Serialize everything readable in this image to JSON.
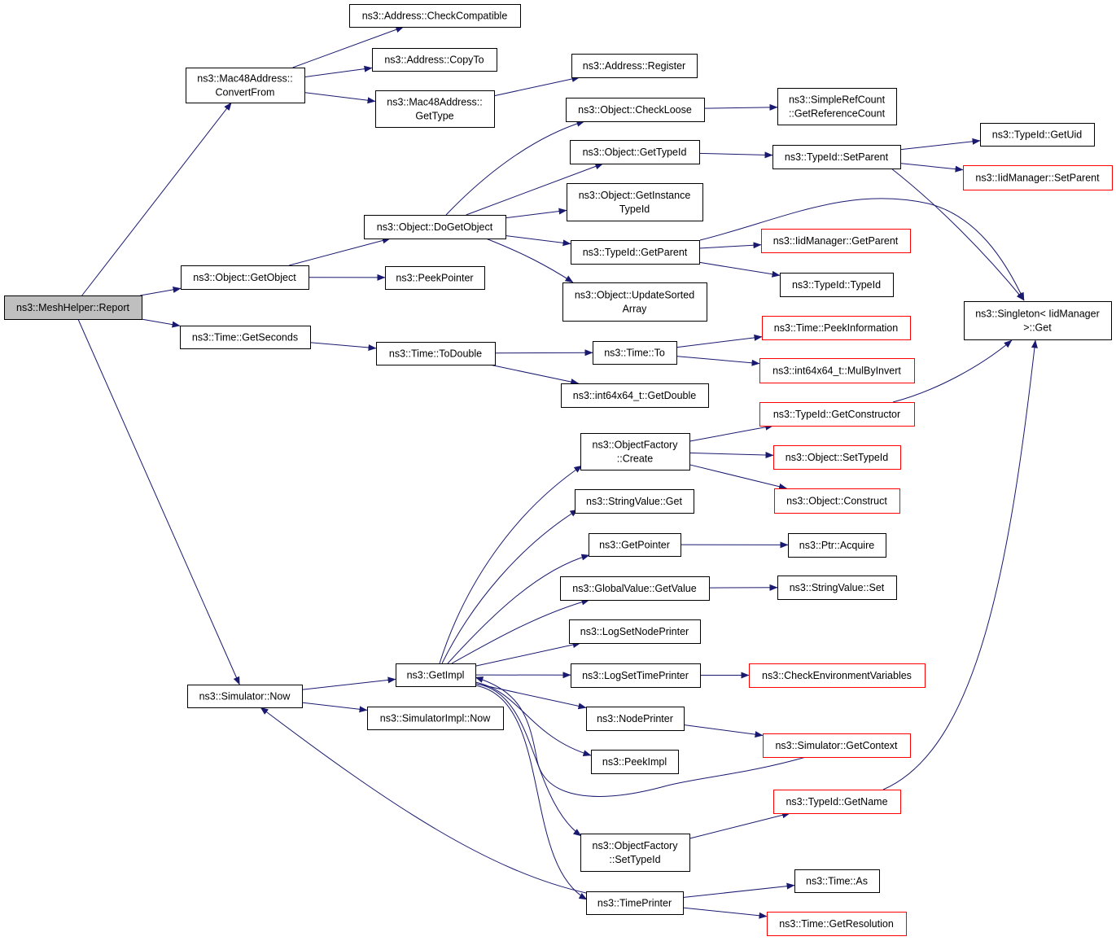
{
  "colors": {
    "edge": "#191970",
    "box_default": "#000000",
    "box_external": "#ff0000",
    "root_fill": "#bfbfbf",
    "node_fill": "#ffffff"
  },
  "nodes": [
    {
      "id": "report",
      "lines": [
        "ns3::MeshHelper::Report"
      ],
      "kind": "root"
    },
    {
      "id": "convertfrom",
      "lines": [
        "ns3::Mac48Address::",
        "ConvertFrom"
      ],
      "kind": "default"
    },
    {
      "id": "checkcompat",
      "lines": [
        "ns3::Address::CheckCompatible"
      ],
      "kind": "default"
    },
    {
      "id": "copyto",
      "lines": [
        "ns3::Address::CopyTo"
      ],
      "kind": "default"
    },
    {
      "id": "mac48gettype",
      "lines": [
        "ns3::Mac48Address::",
        "GetType"
      ],
      "kind": "default"
    },
    {
      "id": "register",
      "lines": [
        "ns3::Address::Register"
      ],
      "kind": "default"
    },
    {
      "id": "checkloose",
      "lines": [
        "ns3::Object::CheckLoose"
      ],
      "kind": "default"
    },
    {
      "id": "getrefcount",
      "lines": [
        "ns3::SimpleRefCount",
        "::GetReferenceCount"
      ],
      "kind": "default"
    },
    {
      "id": "objgettypeid",
      "lines": [
        "ns3::Object::GetTypeId"
      ],
      "kind": "default"
    },
    {
      "id": "tidsetparent",
      "lines": [
        "ns3::TypeId::SetParent"
      ],
      "kind": "default"
    },
    {
      "id": "tidgetuid",
      "lines": [
        "ns3::TypeId::GetUid"
      ],
      "kind": "default"
    },
    {
      "id": "iidsetparent",
      "lines": [
        "ns3::IidManager::SetParent"
      ],
      "kind": "external"
    },
    {
      "id": "getinstancetid",
      "lines": [
        "ns3::Object::GetInstance",
        "TypeId"
      ],
      "kind": "default"
    },
    {
      "id": "dogetobject",
      "lines": [
        "ns3::Object::DoGetObject"
      ],
      "kind": "default"
    },
    {
      "id": "tidgetparent",
      "lines": [
        "ns3::TypeId::GetParent"
      ],
      "kind": "default"
    },
    {
      "id": "iidgetparent",
      "lines": [
        "ns3::IidManager::GetParent"
      ],
      "kind": "external"
    },
    {
      "id": "getobject",
      "lines": [
        "ns3::Object::GetObject"
      ],
      "kind": "default"
    },
    {
      "id": "peekpointer",
      "lines": [
        "ns3::PeekPointer"
      ],
      "kind": "default"
    },
    {
      "id": "tidtypeid",
      "lines": [
        "ns3::TypeId::TypeId"
      ],
      "kind": "default"
    },
    {
      "id": "updatesorted",
      "lines": [
        "ns3::Object::UpdateSorted",
        "Array"
      ],
      "kind": "default"
    },
    {
      "id": "singletonget",
      "lines": [
        "ns3::Singleton< IidManager",
        ">::Get"
      ],
      "kind": "default"
    },
    {
      "id": "getseconds",
      "lines": [
        "ns3::Time::GetSeconds"
      ],
      "kind": "default"
    },
    {
      "id": "todouble",
      "lines": [
        "ns3::Time::ToDouble"
      ],
      "kind": "default"
    },
    {
      "id": "timeto",
      "lines": [
        "ns3::Time::To"
      ],
      "kind": "default"
    },
    {
      "id": "peekinfo",
      "lines": [
        "ns3::Time::PeekInformation"
      ],
      "kind": "external"
    },
    {
      "id": "mulbyinvert",
      "lines": [
        "ns3::int64x64_t::MulByInvert"
      ],
      "kind": "external"
    },
    {
      "id": "getdouble",
      "lines": [
        "ns3::int64x64_t::GetDouble"
      ],
      "kind": "default"
    },
    {
      "id": "getconstructor",
      "lines": [
        "ns3::TypeId::GetConstructor"
      ],
      "kind": "external"
    },
    {
      "id": "ofcreate",
      "lines": [
        "ns3::ObjectFactory",
        "::Create"
      ],
      "kind": "default"
    },
    {
      "id": "objsettypeid",
      "lines": [
        "ns3::Object::SetTypeId"
      ],
      "kind": "external"
    },
    {
      "id": "objconstruct",
      "lines": [
        "ns3::Object::Construct"
      ],
      "kind": "external"
    },
    {
      "id": "strvalget",
      "lines": [
        "ns3::StringValue::Get"
      ],
      "kind": "default"
    },
    {
      "id": "getpointer",
      "lines": [
        "ns3::GetPointer"
      ],
      "kind": "default"
    },
    {
      "id": "ptracquire",
      "lines": [
        "ns3::Ptr::Acquire"
      ],
      "kind": "default"
    },
    {
      "id": "gvgetvalue",
      "lines": [
        "ns3::GlobalValue::GetValue"
      ],
      "kind": "default"
    },
    {
      "id": "strvalset",
      "lines": [
        "ns3::StringValue::Set"
      ],
      "kind": "default"
    },
    {
      "id": "logsetnode",
      "lines": [
        "ns3::LogSetNodePrinter"
      ],
      "kind": "default"
    },
    {
      "id": "getimpl",
      "lines": [
        "ns3::GetImpl"
      ],
      "kind": "default"
    },
    {
      "id": "logsettime",
      "lines": [
        "ns3::LogSetTimePrinter"
      ],
      "kind": "default"
    },
    {
      "id": "checkenv",
      "lines": [
        "ns3::CheckEnvironmentVariables"
      ],
      "kind": "external"
    },
    {
      "id": "simnow",
      "lines": [
        "ns3::Simulator::Now"
      ],
      "kind": "default"
    },
    {
      "id": "simimplnow",
      "lines": [
        "ns3::SimulatorImpl::Now"
      ],
      "kind": "default"
    },
    {
      "id": "nodeprinter",
      "lines": [
        "ns3::NodePrinter"
      ],
      "kind": "default"
    },
    {
      "id": "getcontext",
      "lines": [
        "ns3::Simulator::GetContext"
      ],
      "kind": "external"
    },
    {
      "id": "peekimpl",
      "lines": [
        "ns3::PeekImpl"
      ],
      "kind": "default"
    },
    {
      "id": "tidgetname",
      "lines": [
        "ns3::TypeId::GetName"
      ],
      "kind": "external"
    },
    {
      "id": "ofsettypeid",
      "lines": [
        "ns3::ObjectFactory",
        "::SetTypeId"
      ],
      "kind": "default"
    },
    {
      "id": "timeas",
      "lines": [
        "ns3::Time::As"
      ],
      "kind": "default"
    },
    {
      "id": "timeprinter",
      "lines": [
        "ns3::TimePrinter"
      ],
      "kind": "default"
    },
    {
      "id": "getresolution",
      "lines": [
        "ns3::Time::GetResolution"
      ],
      "kind": "external"
    }
  ],
  "edges": [
    [
      "report",
      "convertfrom"
    ],
    [
      "report",
      "getobject"
    ],
    [
      "report",
      "getseconds"
    ],
    [
      "report",
      "simnow"
    ],
    [
      "convertfrom",
      "checkcompat"
    ],
    [
      "convertfrom",
      "copyto"
    ],
    [
      "convertfrom",
      "mac48gettype"
    ],
    [
      "mac48gettype",
      "register"
    ],
    [
      "getobject",
      "dogetobject"
    ],
    [
      "getobject",
      "peekpointer"
    ],
    [
      "dogetobject",
      "checkloose"
    ],
    [
      "dogetobject",
      "objgettypeid"
    ],
    [
      "dogetobject",
      "getinstancetid"
    ],
    [
      "dogetobject",
      "tidgetparent"
    ],
    [
      "dogetobject",
      "updatesorted"
    ],
    [
      "checkloose",
      "getrefcount"
    ],
    [
      "objgettypeid",
      "tidsetparent"
    ],
    [
      "tidsetparent",
      "tidgetuid"
    ],
    [
      "tidsetparent",
      "iidsetparent"
    ],
    [
      "tidsetparent",
      "singletonget"
    ],
    [
      "tidgetparent",
      "iidgetparent"
    ],
    [
      "tidgetparent",
      "tidtypeid"
    ],
    [
      "tidgetparent",
      "singletonget"
    ],
    [
      "getseconds",
      "todouble"
    ],
    [
      "todouble",
      "timeto"
    ],
    [
      "todouble",
      "getdouble"
    ],
    [
      "timeto",
      "peekinfo"
    ],
    [
      "timeto",
      "mulbyinvert"
    ],
    [
      "simnow",
      "getimpl"
    ],
    [
      "simnow",
      "simimplnow"
    ],
    [
      "getimpl",
      "ofcreate"
    ],
    [
      "getimpl",
      "strvalget"
    ],
    [
      "getimpl",
      "getpointer"
    ],
    [
      "getimpl",
      "gvgetvalue"
    ],
    [
      "getimpl",
      "logsetnode"
    ],
    [
      "getimpl",
      "logsettime"
    ],
    [
      "getimpl",
      "nodeprinter"
    ],
    [
      "getimpl",
      "peekimpl"
    ],
    [
      "getimpl",
      "ofsettypeid"
    ],
    [
      "getimpl",
      "timeprinter"
    ],
    [
      "ofcreate",
      "getconstructor"
    ],
    [
      "ofcreate",
      "objsettypeid"
    ],
    [
      "ofcreate",
      "objconstruct"
    ],
    [
      "getconstructor",
      "singletonget"
    ],
    [
      "getpointer",
      "ptracquire"
    ],
    [
      "gvgetvalue",
      "strvalset"
    ],
    [
      "logsettime",
      "checkenv"
    ],
    [
      "nodeprinter",
      "getcontext"
    ],
    [
      "getcontext",
      "getimpl"
    ],
    [
      "ofsettypeid",
      "tidgetname"
    ],
    [
      "tidgetname",
      "singletonget"
    ],
    [
      "timeprinter",
      "simnow"
    ],
    [
      "timeprinter",
      "timeas"
    ],
    [
      "timeprinter",
      "getresolution"
    ]
  ]
}
